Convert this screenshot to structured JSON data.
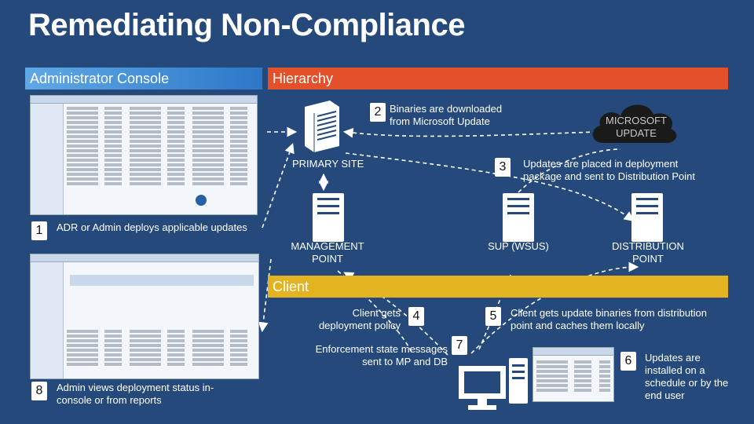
{
  "title": "Remediating Non-Compliance",
  "bands": {
    "admin": "Administrator Console",
    "hierarchy": "Hierarchy",
    "client": "Client"
  },
  "nodes": {
    "cloud": "MICROSOFT UPDATE",
    "primary_site": "PRIMARY SITE",
    "management_point": "MANAGEMENT POINT",
    "sup": "SUP (WSUS)",
    "distribution_point": "DISTRIBUTION POINT"
  },
  "steps": [
    {
      "num": "1",
      "text": "ADR or Admin deploys applicable updates"
    },
    {
      "num": "2",
      "text": "Binaries are downloaded from Microsoft Update"
    },
    {
      "num": "3",
      "text": "Updates are placed in deployment package and sent to Distribution Point"
    },
    {
      "num": "4",
      "text": "Client gets deployment policy"
    },
    {
      "num": "5",
      "text": "Client gets update binaries from distribution point and caches them locally"
    },
    {
      "num": "6",
      "text": "Updates are installed on a schedule or by the end user"
    },
    {
      "num": "7",
      "text": "Enforcement state messages sent to MP and DB"
    },
    {
      "num": "8",
      "text": "Admin views deployment status in-console or from reports"
    }
  ],
  "colors": {
    "background": "#24497a",
    "hierarchy_band": "#e4502a",
    "client_band": "#e3b321",
    "admin_band": "#3d8ad6"
  }
}
